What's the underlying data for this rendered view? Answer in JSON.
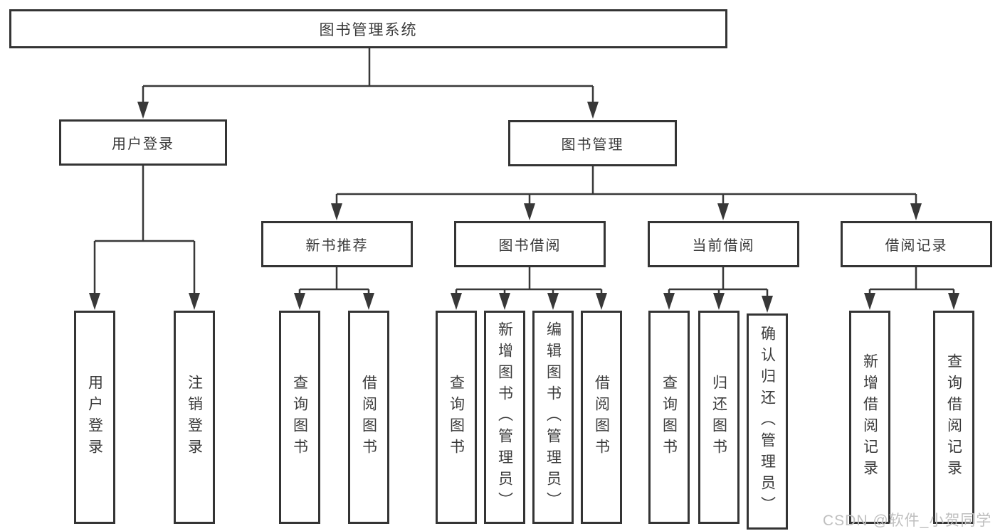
{
  "diagram": {
    "root": {
      "label": "图书管理系统"
    },
    "level2": [
      {
        "label": "用户登录"
      },
      {
        "label": "图书管理"
      }
    ],
    "level3": [
      {
        "label": "新书推荐"
      },
      {
        "label": "图书借阅"
      },
      {
        "label": "当前借阅"
      },
      {
        "label": "借阅记录"
      }
    ],
    "leaves": {
      "login": [
        {
          "label": "用户登录"
        },
        {
          "label": "注销登录"
        }
      ],
      "newbook": [
        {
          "label": "查询图书"
        },
        {
          "label": "借阅图书"
        }
      ],
      "borrow": [
        {
          "label": "查询图书"
        },
        {
          "label": "新增图书（管理员）"
        },
        {
          "label": "编辑图书（管理员）"
        },
        {
          "label": "借阅图书"
        }
      ],
      "current": [
        {
          "label": "查询图书"
        },
        {
          "label": "归还图书"
        },
        {
          "label": "确认归还（管理员）"
        }
      ],
      "records": [
        {
          "label": "新增借阅记录"
        },
        {
          "label": "查询借阅记录"
        }
      ]
    }
  },
  "colors": {
    "line": "#383838",
    "box_border": "#343434",
    "text": "#3a3a3a",
    "watermark": "#bfbfbf",
    "background": "#ffffff"
  },
  "watermark": {
    "text": "CSDN @软件_小贺同学"
  }
}
